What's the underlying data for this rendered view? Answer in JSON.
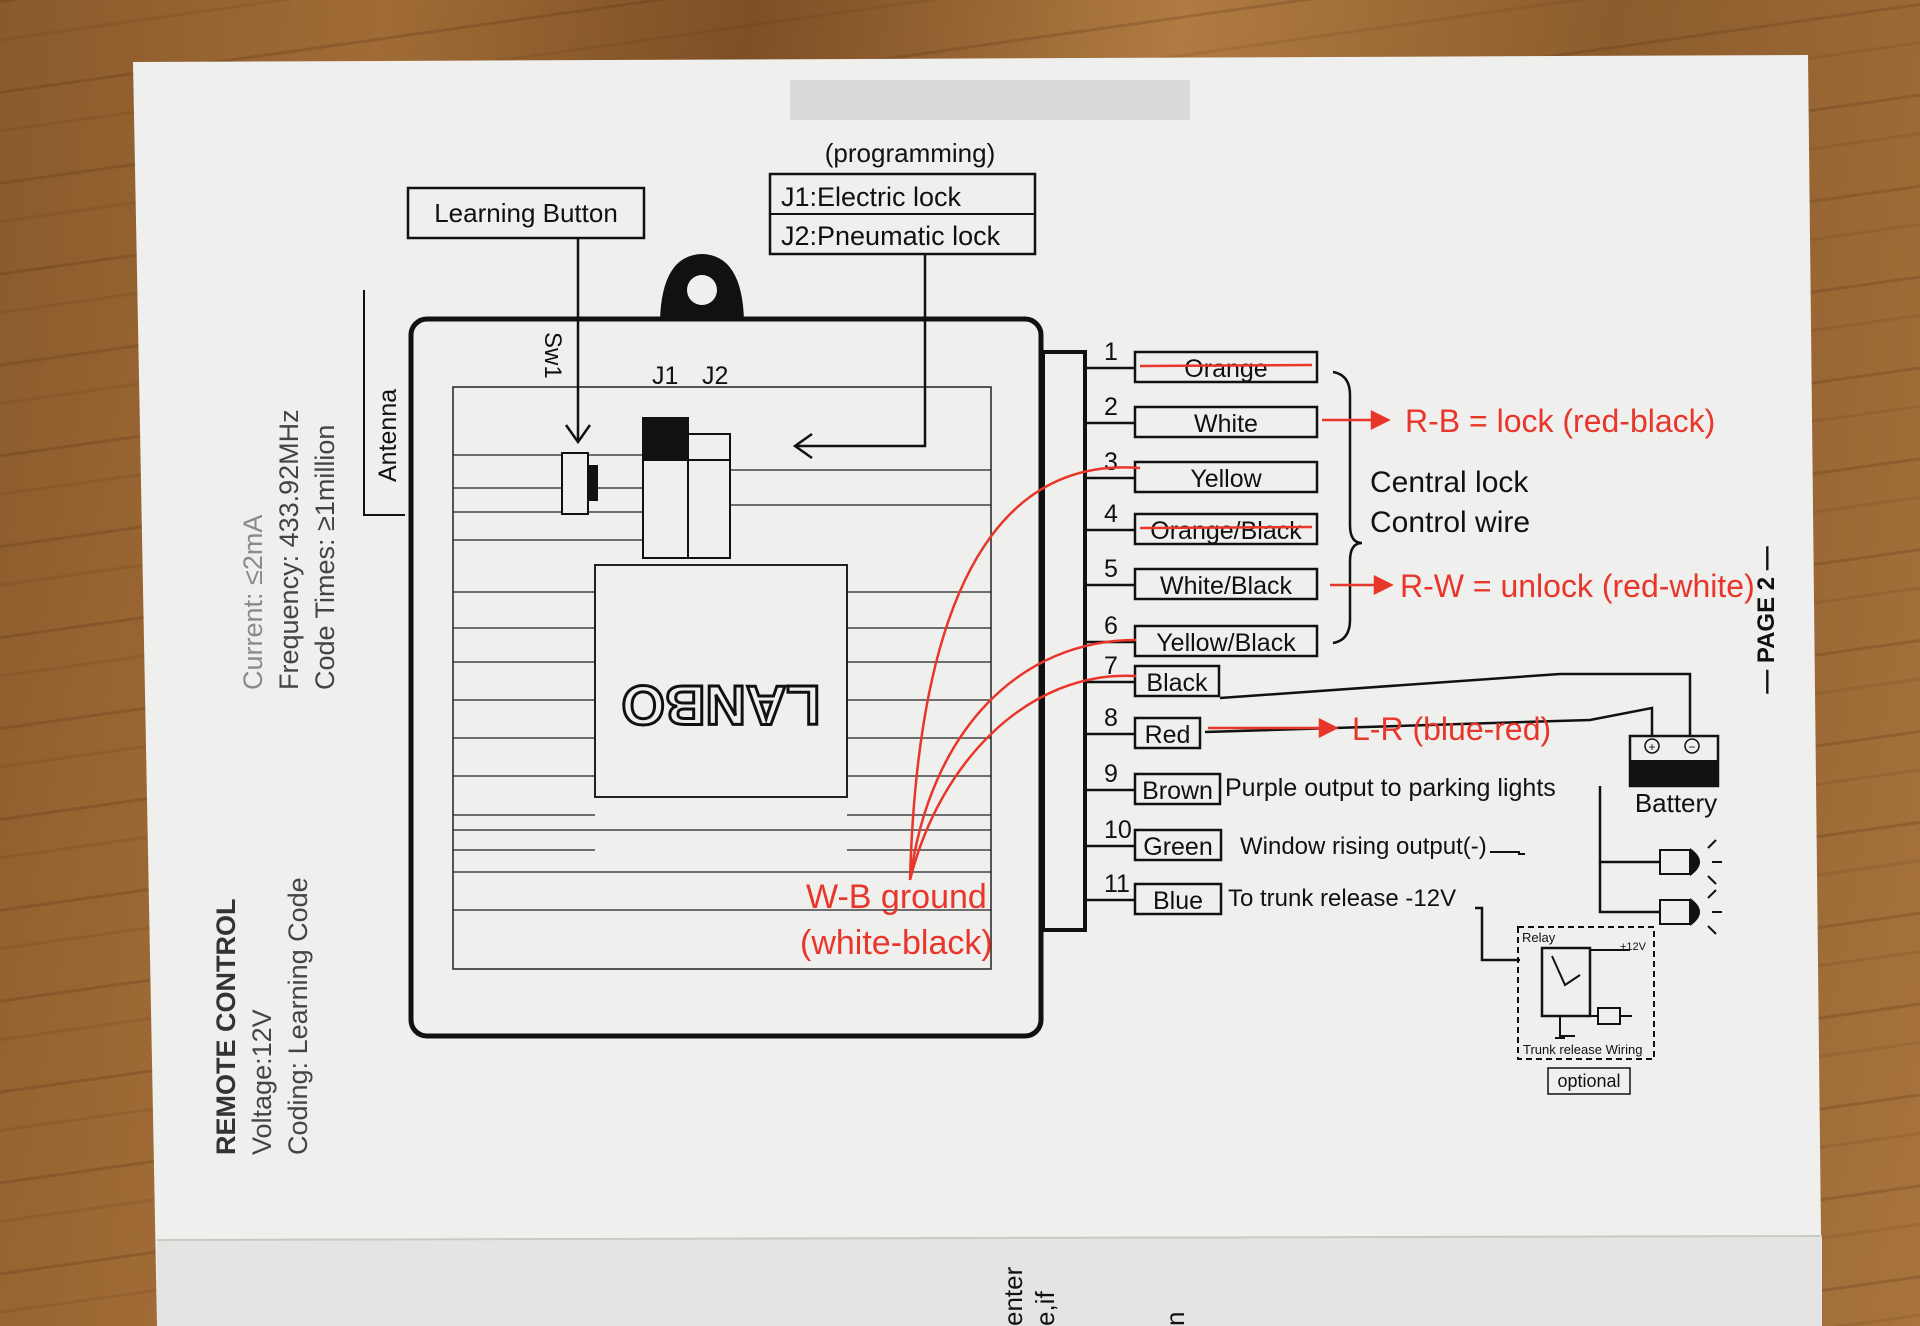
{
  "specs": {
    "title": "REMOTE CONTROL",
    "voltage": "Voltage:12V",
    "coding": "Coding: Learning Code",
    "current": "Current: ≤2mA",
    "frequency": "Frequency: 433.92MHz",
    "code_times": "Code Times: ≥1million"
  },
  "antenna_label": "Antenna",
  "learning_button_label": "Learning Button",
  "programming": {
    "caption": "(programming)",
    "j1": "J1:Electric lock",
    "j2": "J2:Pneumatic lock"
  },
  "board": {
    "sw1": "Sw1",
    "j1": "J1",
    "j2": "J2",
    "logo": "LANBO"
  },
  "wires": [
    {
      "num": "1",
      "color": "Orange",
      "struck": true
    },
    {
      "num": "2",
      "color": "White",
      "struck": false
    },
    {
      "num": "3",
      "color": "Yellow",
      "struck": false
    },
    {
      "num": "4",
      "color": "Orange/Black",
      "struck": true
    },
    {
      "num": "5",
      "color": "White/Black",
      "struck": false
    },
    {
      "num": "6",
      "color": "Yellow/Black",
      "struck": false
    },
    {
      "num": "7",
      "color": "Black",
      "struck": false
    },
    {
      "num": "8",
      "color": "Red",
      "struck": false
    },
    {
      "num": "9",
      "color": "Brown",
      "struck": false
    },
    {
      "num": "10",
      "color": "Green",
      "struck": false
    },
    {
      "num": "11",
      "color": "Blue",
      "struck": false
    }
  ],
  "central_lock": {
    "line1": "Central lock",
    "line2": "Control wire"
  },
  "outputs": {
    "parking": "Purple output to parking lights",
    "window": "Window rising output(-)",
    "trunk": "To trunk release -12V"
  },
  "battery_label": "Battery",
  "relay": {
    "label": "Relay",
    "v12": "+12V",
    "wiring": "Trunk release Wiring",
    "optional": "optional"
  },
  "page_label": "— PAGE 2 —",
  "annotations": {
    "lock": "R-B = lock (red-black)",
    "unlock": "R-W = unlock (red-white)",
    "lr": "L-R (blue-red)",
    "ground1": "W-B ground",
    "ground2": "(white-black)"
  },
  "next_page_fragments": [
    "enter",
    "e,if",
    "n"
  ],
  "colors": {
    "paper": "#efefed",
    "ink": "#111111",
    "annotation": "#e8362a"
  }
}
